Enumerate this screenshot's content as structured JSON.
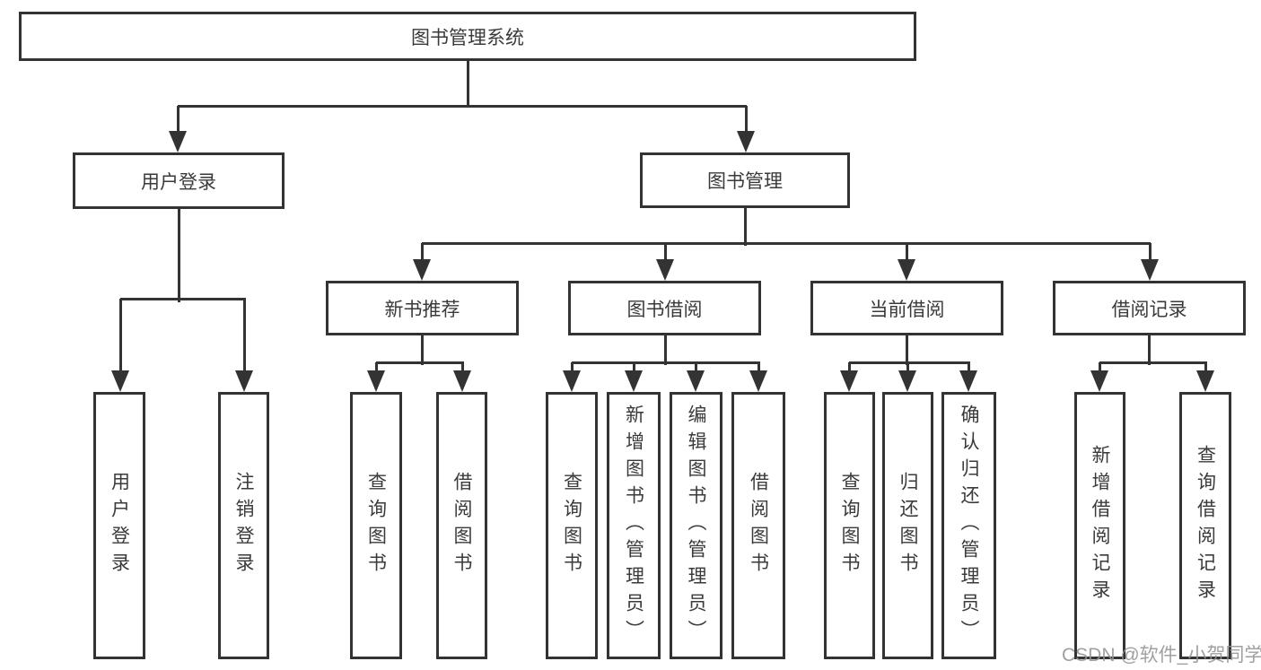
{
  "diagram": {
    "title": "图书管理系统",
    "root": {
      "id": "library-management-system",
      "label": "图书管理系统",
      "children": [
        {
          "id": "user-login",
          "label": "用户登录",
          "children": [
            {
              "id": "user-login-action",
              "label": "用户登录",
              "vertical": true
            },
            {
              "id": "logout-action",
              "label": "注销登录",
              "vertical": true
            }
          ]
        },
        {
          "id": "book-management",
          "label": "图书管理",
          "children": [
            {
              "id": "new-book-recommend",
              "label": "新书推荐",
              "children": [
                {
                  "id": "query-books-1",
                  "label": "查询图书",
                  "vertical": true
                },
                {
                  "id": "borrow-books-1",
                  "label": "借阅图书",
                  "vertical": true
                }
              ]
            },
            {
              "id": "book-borrowing",
              "label": "图书借阅",
              "children": [
                {
                  "id": "query-books-2",
                  "label": "查询图书",
                  "vertical": true
                },
                {
                  "id": "add-books-admin",
                  "label": "新增图书（管理员）",
                  "vertical": true
                },
                {
                  "id": "edit-books-admin",
                  "label": "编辑图书（管理员）",
                  "vertical": true
                },
                {
                  "id": "borrow-books-2",
                  "label": "借阅图书",
                  "vertical": true
                }
              ]
            },
            {
              "id": "current-borrowing",
              "label": "当前借阅",
              "children": [
                {
                  "id": "query-books-3",
                  "label": "查询图书",
                  "vertical": true
                },
                {
                  "id": "return-books",
                  "label": "归还图书",
                  "vertical": true
                },
                {
                  "id": "confirm-return-admin",
                  "label": "确认归还（管理员）",
                  "vertical": true
                }
              ]
            },
            {
              "id": "borrowing-records",
              "label": "借阅记录",
              "children": [
                {
                  "id": "add-borrowing-record",
                  "label": "新增借阅记录",
                  "vertical": true
                },
                {
                  "id": "query-borrowing-record",
                  "label": "查询借阅记录",
                  "vertical": true
                }
              ]
            }
          ]
        }
      ]
    }
  },
  "watermark": {
    "text": "CSDN @软件_小贺同学",
    "color": "#939393"
  },
  "colors": {
    "background": "#ffffff",
    "box_border": "#333333",
    "connector_line": "#333333",
    "text": "#3a3a3a"
  }
}
